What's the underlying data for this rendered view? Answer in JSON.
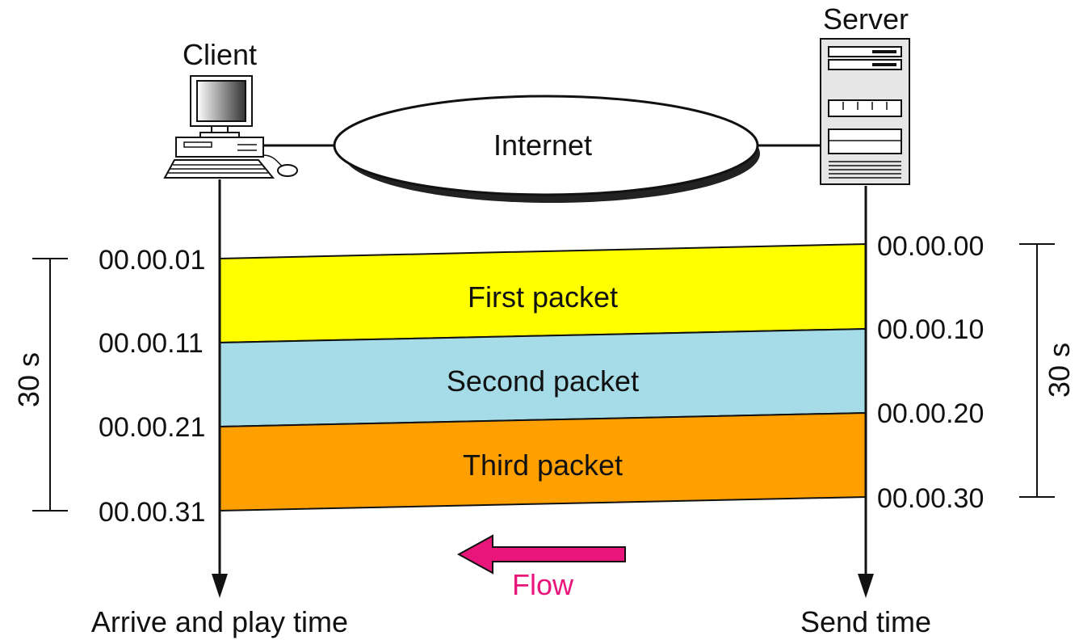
{
  "nodes": {
    "client": "Client",
    "server": "Server",
    "network": "Internet"
  },
  "axes": {
    "client_caption": "Arrive and play time",
    "server_caption": "Send time"
  },
  "client_times": [
    "00.00.01",
    "00.00.11",
    "00.00.21",
    "00.00.31"
  ],
  "server_times": [
    "00.00.00",
    "00.00.10",
    "00.00.20",
    "00.00.30"
  ],
  "packets": [
    {
      "label": "First packet",
      "color": "#ffff00"
    },
    {
      "label": "Second packet",
      "color": "#a6dce8"
    },
    {
      "label": "Third packet",
      "color": "#ffa000"
    }
  ],
  "durations": {
    "client": "30 s",
    "server": "30 s"
  },
  "flow": {
    "label": "Flow",
    "color": "#e8157b"
  }
}
